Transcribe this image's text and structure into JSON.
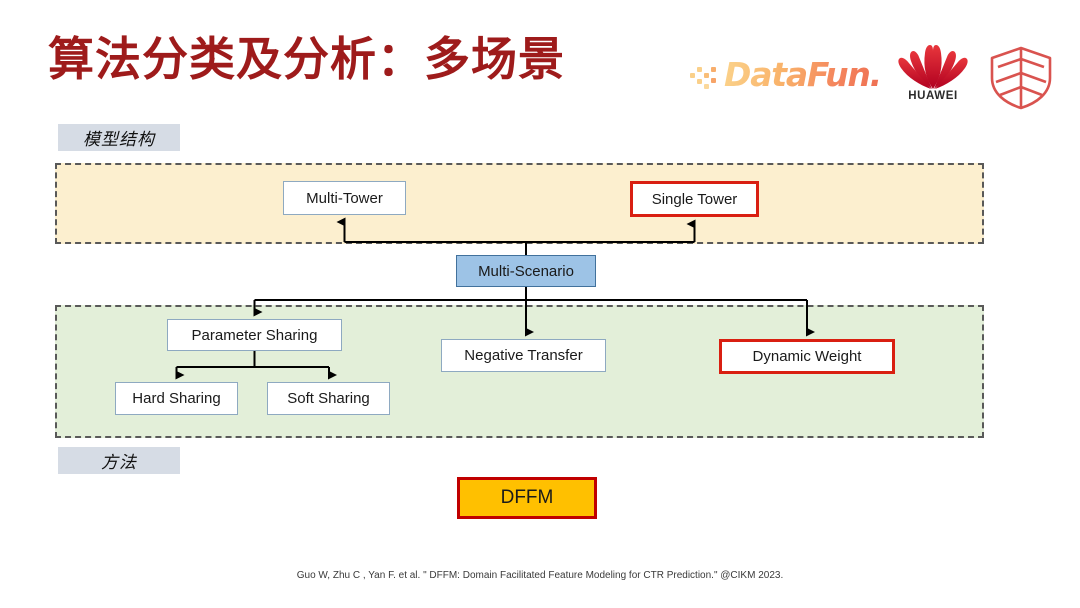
{
  "slide": {
    "title": "算法分类及分析：多场景",
    "title_color": "#9E1B1B",
    "footer": "Guo W, Zhu C , Yan F. et al. \" DFFM: Domain Facilitated Feature Modeling for CTR Prediction.\" @CIKM 2023."
  },
  "logos": {
    "datafun": {
      "name": "datafun-logo",
      "text": "DataFun."
    },
    "huawei": {
      "name": "huawei-logo",
      "label": "HUAWEI",
      "color": "#CF0A2C"
    },
    "shield": {
      "name": "shield-logo",
      "color": "#D9534F"
    }
  },
  "sections": {
    "structure_tag": "模型结构",
    "method_tag": "方法",
    "structure_band_color": "#FCEFCF",
    "method_band_color": "#E3EFD9",
    "band_border_color": "#595959"
  },
  "nodes": {
    "multi_tower": {
      "label": "Multi-Tower",
      "border": "#8EA9C1",
      "fill": "#FFFFFF"
    },
    "single_tower": {
      "label": "Single Tower",
      "border": "#D91F11",
      "fill": "#FFFFFF"
    },
    "multi_scenario": {
      "label": "Multi-Scenario",
      "border": "#41719C",
      "fill": "#9DC3E6"
    },
    "parameter_sharing": {
      "label": "Parameter Sharing",
      "border": "#8EA9C1",
      "fill": "#FFFFFF"
    },
    "hard_sharing": {
      "label": "Hard Sharing",
      "border": "#8EA9C1",
      "fill": "#FFFFFF"
    },
    "soft_sharing": {
      "label": "Soft Sharing",
      "border": "#8EA9C1",
      "fill": "#FFFFFF"
    },
    "negative_transfer": {
      "label": "Negative Transfer",
      "border": "#8EA9C1",
      "fill": "#FFFFFF"
    },
    "dynamic_weight": {
      "label": "Dynamic Weight",
      "border": "#D91F11",
      "fill": "#FFFFFF"
    },
    "dffm": {
      "label": "DFFM",
      "border": "#C00000",
      "fill": "#FFC000"
    }
  }
}
